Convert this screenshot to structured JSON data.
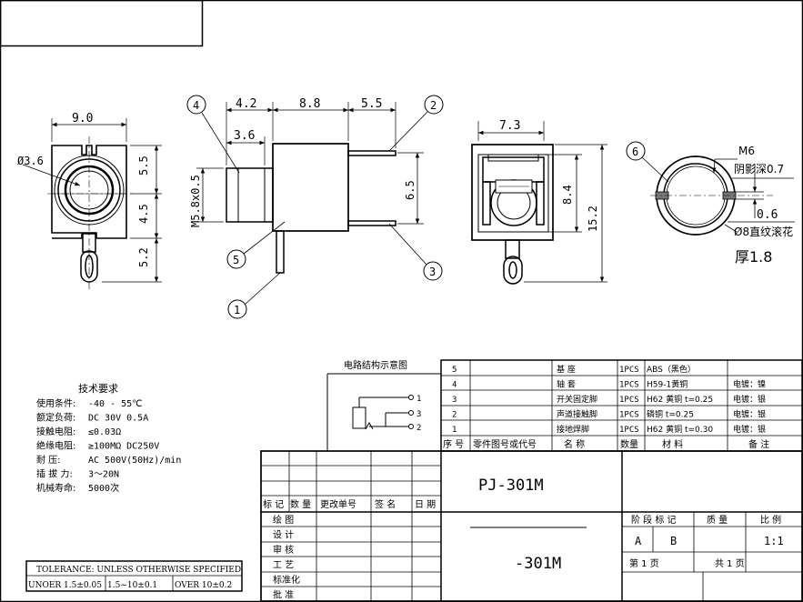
{
  "views": {
    "front": {
      "width_dim": "9.0",
      "hole_dim": "Ø3.6",
      "dim_a": "5.5",
      "dim_b": "4.5",
      "dim_c": "5.2"
    },
    "side": {
      "dim_a": "4.2",
      "dim_b": "8.8",
      "dim_c": "5.5",
      "dim_d": "3.6",
      "thread": "M5.8x0.5",
      "pin_gap": "6.5",
      "balloons": [
        "4",
        "2",
        "5",
        "3",
        "1"
      ]
    },
    "back": {
      "width_dim": "7.3",
      "dim_a": "8.4",
      "dim_b": "15.2"
    },
    "nut": {
      "balloon": "6",
      "thread": "M6",
      "shadow_depth": "阴影深0.7",
      "dim_small": "0.6",
      "knurl": "Ø8直纹滚花",
      "thickness": "厚1.8"
    }
  },
  "tech": {
    "title": "技术要求",
    "lines": [
      {
        "label": "使用条件:",
        "value": "-40 - 55℃"
      },
      {
        "label": "额定负荷:",
        "value": "DC  30V  0.5A"
      },
      {
        "label": "接触电阻:",
        "value": "≤0.03Ω"
      },
      {
        "label": "绝缘电阻:",
        "value": "≥100MΩ  DC250V"
      },
      {
        "label": "耐      压:",
        "value": "AC 500V(50Hz)/min"
      },
      {
        "label": "插  拔  力:",
        "value": "3～20N"
      },
      {
        "label": "机械寿命:",
        "value": "5000次"
      }
    ]
  },
  "circuit": {
    "title": "电路结构示意图",
    "pins": [
      "1",
      "3",
      "2"
    ]
  },
  "bom": {
    "rows": [
      {
        "no": "5",
        "drawing": "",
        "name": "基    座",
        "qty": "1PCS",
        "material": "ABS（黑色）",
        "note": ""
      },
      {
        "no": "4",
        "drawing": "",
        "name": "轴    套",
        "qty": "1PCS",
        "material": "H59-1黄铜",
        "note": "电镀：镍"
      },
      {
        "no": "3",
        "drawing": "",
        "name": "开关固定脚",
        "qty": "1PCS",
        "material": "H62 黄铜  t=0.25",
        "note": "电镀：银"
      },
      {
        "no": "2",
        "drawing": "",
        "name": "声道接触脚",
        "qty": "1PCS",
        "material": "磷铜        t=0.25",
        "note": "电镀：银"
      },
      {
        "no": "1",
        "drawing": "",
        "name": "接地焊脚",
        "qty": "1PCS",
        "material": "H62 黄铜  t=0.30",
        "note": "电镀：银"
      }
    ],
    "header": {
      "no": "序 号",
      "drawing": "零件图号或代号",
      "name": "名  称",
      "qty": "数量",
      "material": "材      料",
      "note": "备    注"
    }
  },
  "title_block": {
    "part_no": "PJ-301M",
    "part_no_short": "-301M",
    "rev_headers": [
      "标 记",
      "数 量",
      "更改单号",
      "签 名",
      "日 期"
    ],
    "sign_rows": [
      "绘    图",
      "设    计",
      "审    核",
      "工    艺",
      "标准化",
      "批    准"
    ],
    "stage_label": "阶 段 标 记",
    "mass_label": "质    量",
    "scale_label": "比 例",
    "stage_a": "A",
    "stage_b": "B",
    "scale_value": "1:1",
    "sheet_label": "第      1      页",
    "total_label": "共      1      页"
  },
  "tolerance": {
    "header": "TOLERANCE: UNLESS OTHERWISE SPECIFIED",
    "cells": [
      "UNOER 1.5±0.05",
      "1.5~10±0.1",
      "OVER 10±0.2"
    ]
  }
}
